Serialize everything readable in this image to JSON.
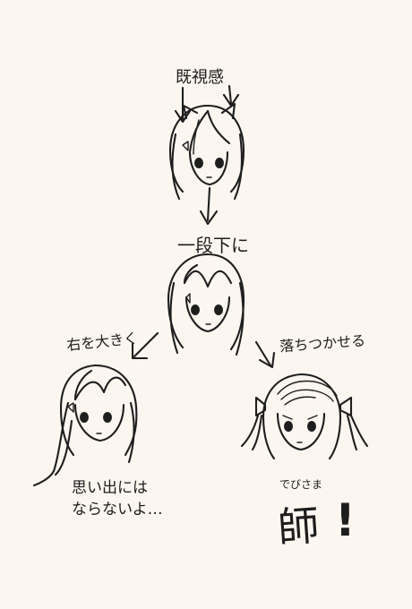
{
  "labels": {
    "top": "既視感",
    "middle": "一段下に",
    "left_arrow": "右を大きく",
    "right_arrow": "落ちつかせる",
    "left_caption_line1": "思い出には",
    "left_caption_line2": "ならないよ…",
    "right_ruby": "でびさま",
    "right_big": "師",
    "right_exclaim": "!"
  },
  "colors": {
    "background": "#fbf6f0",
    "ink": "#1e1e1e"
  }
}
